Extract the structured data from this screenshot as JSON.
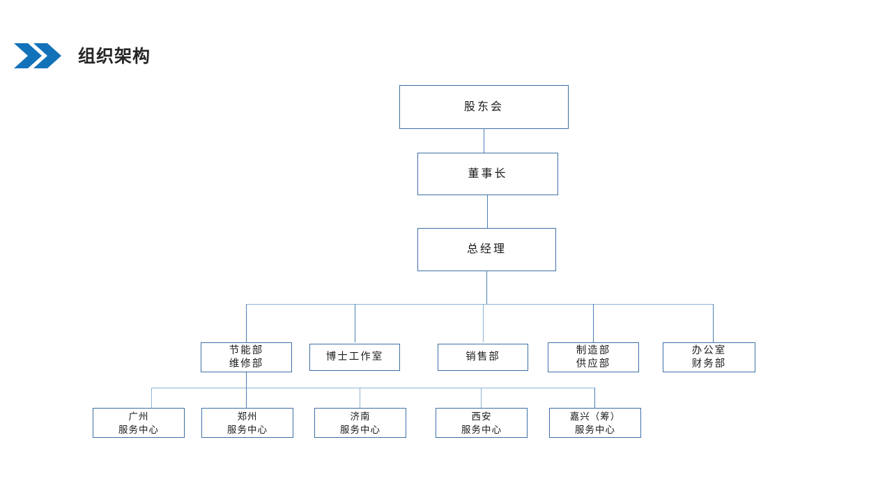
{
  "header": {
    "title": "组织架构",
    "icon": "double-chevron-right-icon",
    "accent_color": "#1272b9",
    "title_color": "#262626"
  },
  "theme": {
    "background": "#ffffff",
    "node_border": "#3d6fa5",
    "node_fill": "#ffffff",
    "connector": "#4a7fb5",
    "connector_faint": "#8fb3d4",
    "text": "#1a1a1a"
  },
  "chart_data": {
    "type": "diagram",
    "subtype": "org-chart",
    "title": "组织架构",
    "orientation": "top-down",
    "levels": [
      {
        "level": 1,
        "name": "shareholders",
        "nodes": [
          {
            "id": "n1",
            "label": "股东会",
            "lines": [
              "股东会"
            ]
          }
        ]
      },
      {
        "level": 2,
        "name": "chairman",
        "nodes": [
          {
            "id": "n2",
            "label": "董事长",
            "lines": [
              "董事长"
            ]
          }
        ]
      },
      {
        "level": 3,
        "name": "general-manager",
        "nodes": [
          {
            "id": "n3",
            "label": "总经理",
            "lines": [
              "总经理"
            ]
          }
        ]
      },
      {
        "level": 4,
        "name": "departments",
        "nodes": [
          {
            "id": "d1",
            "label": "节能部\n维修部",
            "lines": [
              "节能部",
              "维修部"
            ]
          },
          {
            "id": "d2",
            "label": "博士工作室",
            "lines": [
              "博士工作室"
            ]
          },
          {
            "id": "d3",
            "label": "销售部",
            "lines": [
              "销售部"
            ]
          },
          {
            "id": "d4",
            "label": "制造部\n供应部",
            "lines": [
              "制造部",
              "供应部"
            ]
          },
          {
            "id": "d5",
            "label": "办公室\n财务部",
            "lines": [
              "办公室",
              "财务部"
            ]
          }
        ]
      },
      {
        "level": 5,
        "name": "service-centers",
        "parent": "d1",
        "nodes": [
          {
            "id": "s1",
            "label": "广州\n服务中心",
            "lines": [
              "广州",
              "服务中心"
            ]
          },
          {
            "id": "s2",
            "label": "郑州\n服务中心",
            "lines": [
              "郑州",
              "服务中心"
            ]
          },
          {
            "id": "s3",
            "label": "济南\n服务中心",
            "lines": [
              "济南",
              "服务中心"
            ]
          },
          {
            "id": "s4",
            "label": "西安\n服务中心",
            "lines": [
              "西安",
              "服务中心"
            ]
          },
          {
            "id": "s5",
            "label": "嘉兴（筹）\n服务中心",
            "lines": [
              "嘉兴（筹）",
              "服务中心"
            ]
          }
        ]
      }
    ],
    "edges": [
      {
        "from": "n1",
        "to": "n2"
      },
      {
        "from": "n2",
        "to": "n3"
      },
      {
        "from": "n3",
        "to": "d1"
      },
      {
        "from": "n3",
        "to": "d2"
      },
      {
        "from": "n3",
        "to": "d3"
      },
      {
        "from": "n3",
        "to": "d4"
      },
      {
        "from": "n3",
        "to": "d5"
      },
      {
        "from": "d1",
        "to": "s1"
      },
      {
        "from": "d1",
        "to": "s2"
      },
      {
        "from": "d1",
        "to": "s3"
      },
      {
        "from": "d1",
        "to": "s4"
      },
      {
        "from": "d1",
        "to": "s5"
      }
    ]
  }
}
